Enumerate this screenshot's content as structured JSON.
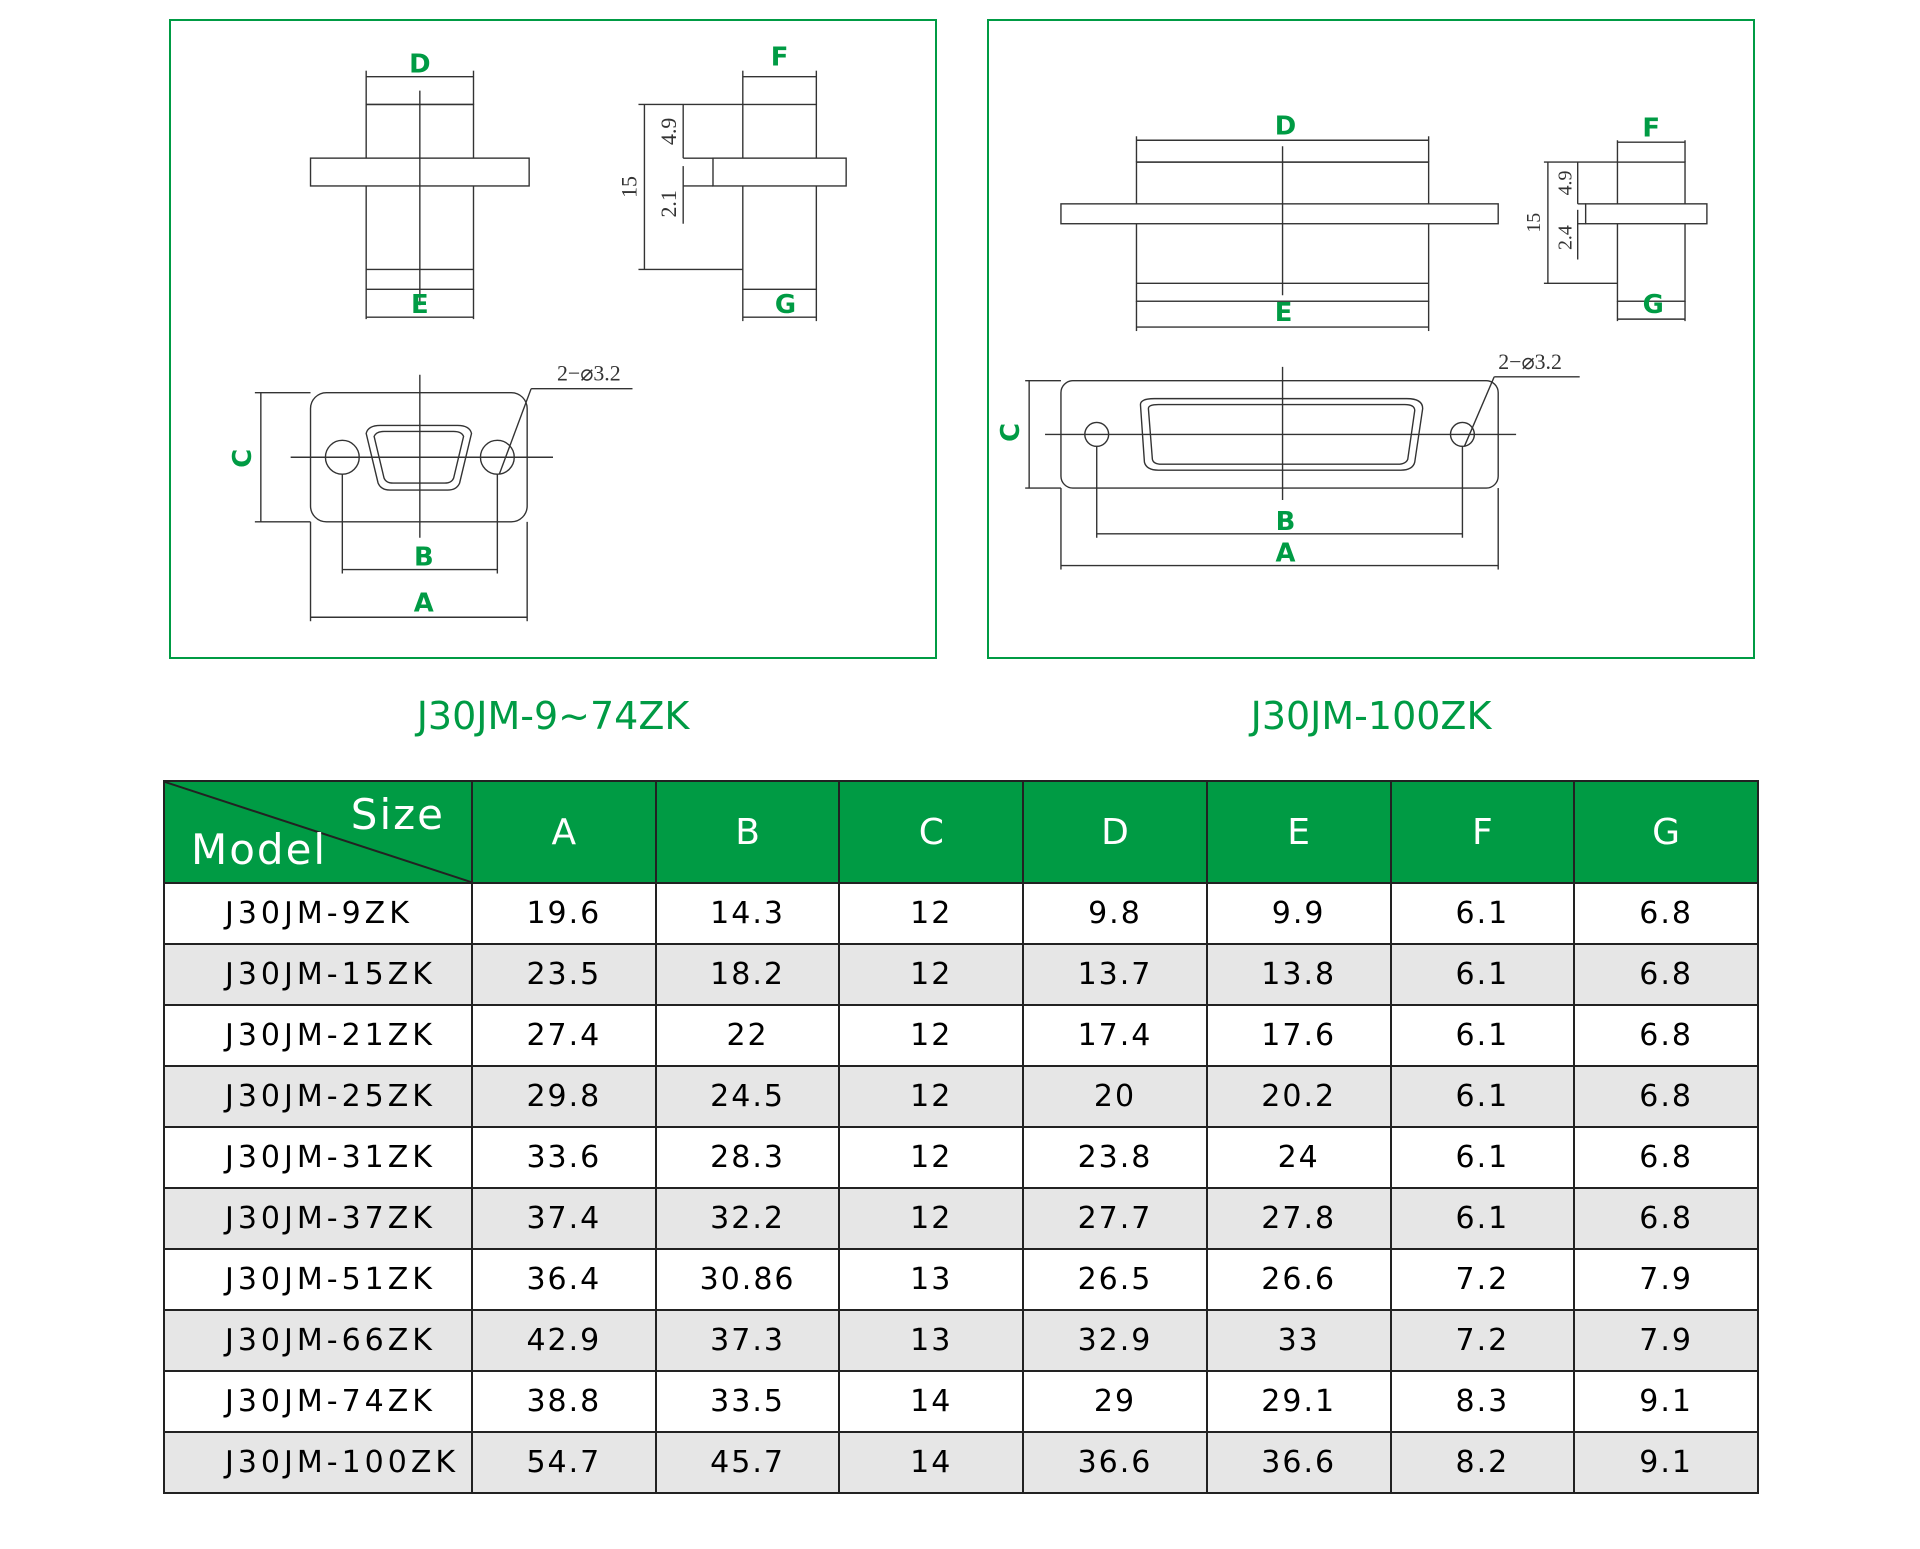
{
  "drawing_left": {
    "labels": {
      "D": "D",
      "E": "E",
      "F": "F",
      "G": "G",
      "C": "C",
      "B": "B",
      "A": "A"
    },
    "dims": {
      "overall": "15",
      "top": "4.9",
      "flange": "2.1",
      "holes": "2−⌀3.2"
    },
    "caption": "J30JM-9~74ZK"
  },
  "drawing_right": {
    "labels": {
      "D": "D",
      "E": "E",
      "F": "F",
      "G": "G",
      "C": "C",
      "B": "B",
      "A": "A"
    },
    "dims": {
      "overall": "15",
      "top": "4.9",
      "flange": "2.4",
      "holes": "2−⌀3.2"
    },
    "caption": "J30JM-100ZK"
  },
  "table": {
    "corner_top": "Size",
    "corner_bottom": "Model",
    "columns": [
      "A",
      "B",
      "C",
      "D",
      "E",
      "F",
      "G"
    ],
    "rows": [
      {
        "model": "J30JM-9ZK",
        "values": [
          "19.6",
          "14.3",
          "12",
          "9.8",
          "9.9",
          "6.1",
          "6.8"
        ]
      },
      {
        "model": "J30JM-15ZK",
        "values": [
          "23.5",
          "18.2",
          "12",
          "13.7",
          "13.8",
          "6.1",
          "6.8"
        ]
      },
      {
        "model": "J30JM-21ZK",
        "values": [
          "27.4",
          "22",
          "12",
          "17.4",
          "17.6",
          "6.1",
          "6.8"
        ]
      },
      {
        "model": "J30JM-25ZK",
        "values": [
          "29.8",
          "24.5",
          "12",
          "20",
          "20.2",
          "6.1",
          "6.8"
        ]
      },
      {
        "model": "J30JM-31ZK",
        "values": [
          "33.6",
          "28.3",
          "12",
          "23.8",
          "24",
          "6.1",
          "6.8"
        ]
      },
      {
        "model": "J30JM-37ZK",
        "values": [
          "37.4",
          "32.2",
          "12",
          "27.7",
          "27.8",
          "6.1",
          "6.8"
        ]
      },
      {
        "model": "J30JM-51ZK",
        "values": [
          "36.4",
          "30.86",
          "13",
          "26.5",
          "26.6",
          "7.2",
          "7.9"
        ]
      },
      {
        "model": "J30JM-66ZK",
        "values": [
          "42.9",
          "37.3",
          "13",
          "32.9",
          "33",
          "7.2",
          "7.9"
        ]
      },
      {
        "model": "J30JM-74ZK",
        "values": [
          "38.8",
          "33.5",
          "14",
          "29",
          "29.1",
          "8.3",
          "9.1"
        ]
      },
      {
        "model": "J30JM-100ZK",
        "values": [
          "54.7",
          "45.7",
          "14",
          "36.6",
          "36.6",
          "8.2",
          "9.1"
        ]
      }
    ]
  },
  "colors": {
    "accent": "#009b44",
    "row_alt": "#e6e6e6",
    "line": "#222222"
  }
}
